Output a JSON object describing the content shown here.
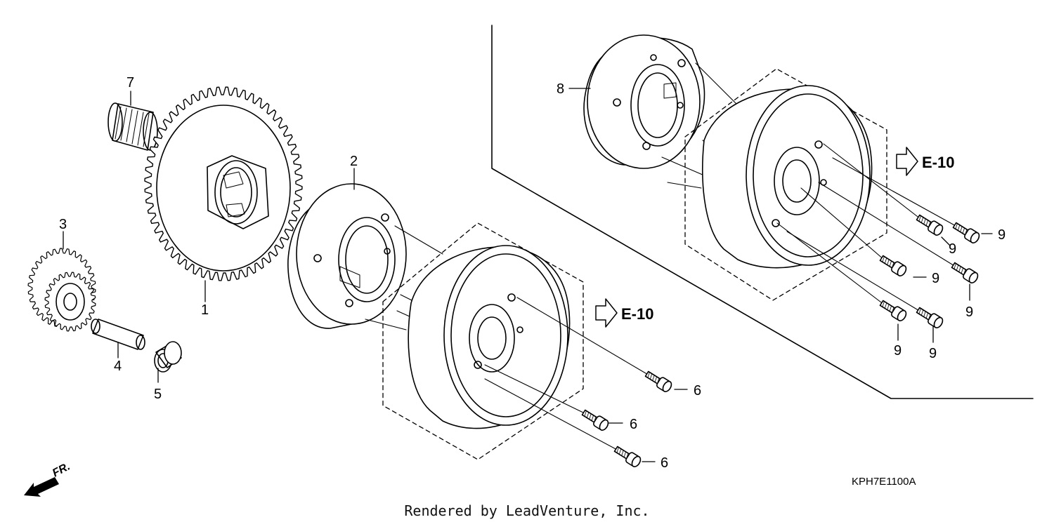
{
  "diagram": {
    "callouts": [
      "1",
      "2",
      "3",
      "4",
      "5",
      "6",
      "7",
      "8",
      "9"
    ],
    "refs": {
      "left": "E-10",
      "right": "E-10"
    },
    "drawing_code": "KPH7E1100A",
    "direction_label": "FR.",
    "footer": "Rendered by LeadVenture, Inc."
  },
  "colors": {
    "line": "#000000",
    "background": "#ffffff"
  }
}
